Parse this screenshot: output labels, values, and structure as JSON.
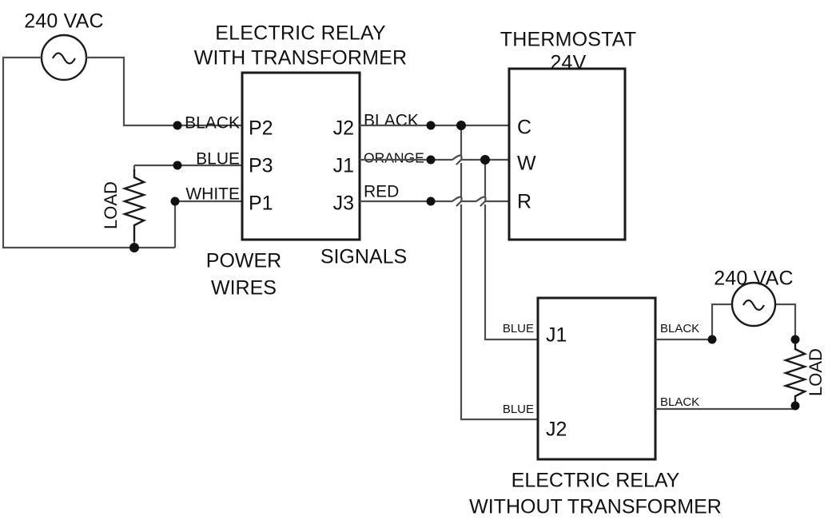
{
  "diagram": {
    "title_left_line1": "ELECTRIC RELAY",
    "title_left_line2": "WITH TRANSFORMER",
    "title_thermostat_line1": "THERMOSTAT",
    "title_thermostat_line2": "24V",
    "caption_bottom_line1": "ELECTRIC RELAY",
    "caption_bottom_line2": "WITHOUT TRANSFORMER",
    "label_power_line1": "POWER",
    "label_power_line2": "WIRES",
    "label_signals": "SIGNALS"
  },
  "sources": {
    "left": {
      "label": "240 VAC",
      "symbol": "ac-source-sine"
    },
    "right": {
      "label": "240 VAC",
      "symbol": "ac-source-sine"
    }
  },
  "loads": {
    "left": {
      "label": "LOAD",
      "symbol": "resistor"
    },
    "right": {
      "label": "LOAD",
      "symbol": "resistor"
    }
  },
  "relay_with_transformer": {
    "power_terminals": [
      {
        "name": "P2",
        "wire_color_label": "BLACK"
      },
      {
        "name": "P3",
        "wire_color_label": "BLUE"
      },
      {
        "name": "P1",
        "wire_color_label": "WHITE"
      }
    ],
    "signal_terminals": [
      {
        "name": "J2",
        "wire_color_label": "BLACK"
      },
      {
        "name": "J1",
        "wire_color_label": "ORANGE"
      },
      {
        "name": "J3",
        "wire_color_label": "RED"
      }
    ]
  },
  "thermostat": {
    "terminals": [
      {
        "name": "C"
      },
      {
        "name": "W"
      },
      {
        "name": "R"
      }
    ]
  },
  "relay_without_transformer": {
    "left_terminals": [
      {
        "name": "J1",
        "wire_color_label": "BLUE"
      },
      {
        "name": "J2",
        "wire_color_label": "BLUE"
      }
    ],
    "right_terminals": [
      {
        "name": "",
        "wire_color_label": "BLACK"
      },
      {
        "name": "",
        "wire_color_label": "BLACK"
      }
    ]
  },
  "colors": {
    "wire": "#4d4d4d",
    "outline": "#1a1a1a",
    "text": "#111111",
    "node": "#111111",
    "background": "#ffffff"
  }
}
